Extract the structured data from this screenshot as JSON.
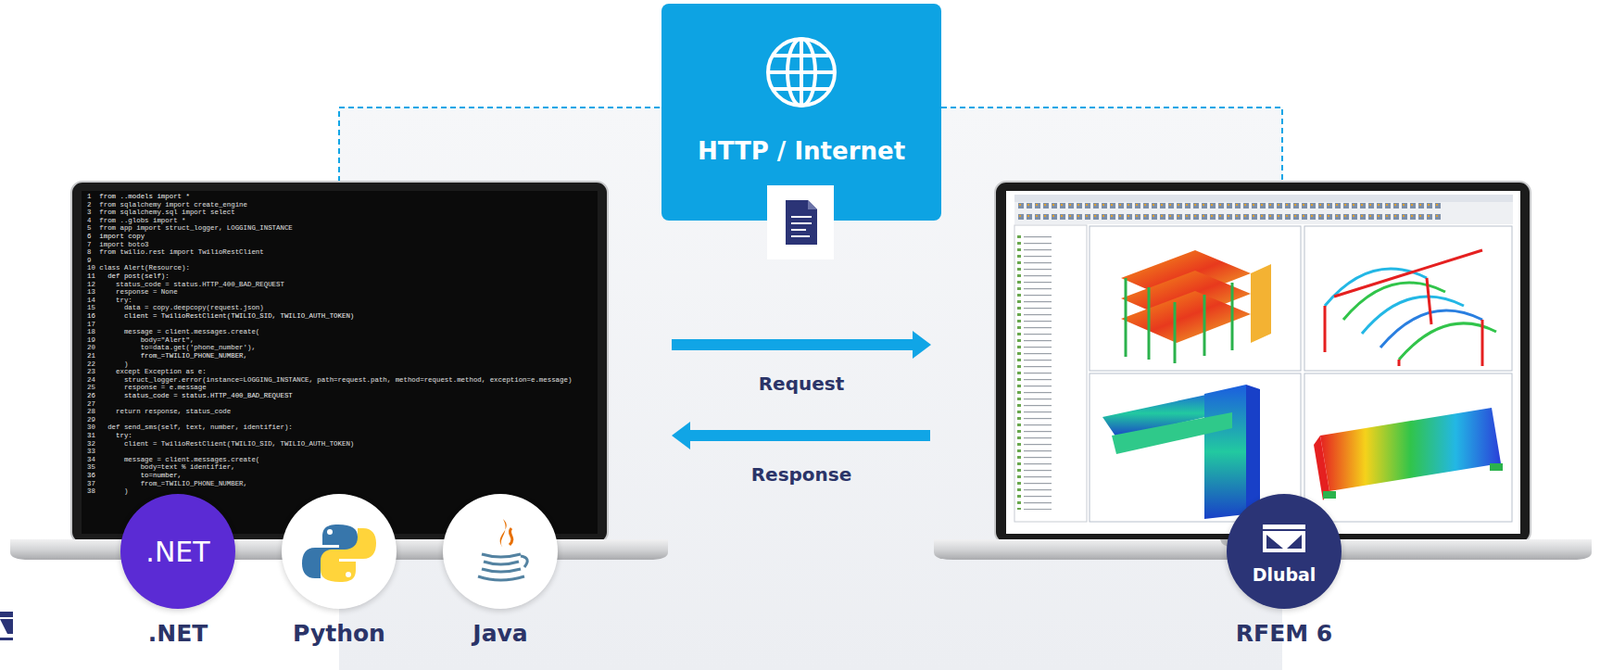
{
  "diagram": {
    "nodes": [
      {
        "text": [
          "HTTP / Internet"
        ]
      },
      {
        "text": [
          ".NET",
          ".NET"
        ]
      },
      {
        "text": [
          "Python"
        ]
      },
      {
        "text": [
          "Java"
        ]
      },
      {
        "text": [
          "Dlubal",
          "RFEM 6"
        ]
      }
    ],
    "labels": [
      "1  from ..models import *",
      "2  from sqlalchemy import create_engine",
      "3  from sqlalchemy.sql import select",
      "4  from ..globs import *",
      "5  from app import struct_logger, LOGGING_INSTANCE",
      "6  import copy",
      "7  import boto3",
      "8  from twilio.rest import TwilioRestClient",
      "9",
      "10 class Alert(Resource):",
      "11   def post(self):",
      "12     status_code = status.HTTP_400_BAD_REQUEST",
      "13     response = None",
      "14     try:",
      "15       data = copy.deepcopy(request.json)",
      "16       client = TwilioRestClient(TWILIO_SID, TWILIO_AUTH_TOKEN)",
      "17",
      "18       message = client.messages.create(",
      "19           body=\"Alert\",",
      "20           to=data.get('phone_number'),",
      "21           from_=TWILIO_PHONE_NUMBER,",
      "22       )",
      "23     except Exception as e:",
      "24       struct_logger.error(instance=LOGGING_INSTANCE, path=request.path, method=request.method, exception=e.message)",
      "25       response = e.message",
      "26       status_code = status.HTTP_400_BAD_REQUEST",
      "27",
      "28     return response, status_code",
      "29",
      "30   def send_sms(self, text, number, identifier):",
      "31     try:",
      "32       client = TwilioRestClient(TWILIO_SID, TWILIO_AUTH_TOKEN)",
      "33",
      "34       message = client.messages.create(",
      "35           body=text % identifier,",
      "36           to=number,",
      "37           from_=TWILIO_PHONE_NUMBER,",
      "38       )",
      "Request",
      "Response"
    ]
  }
}
